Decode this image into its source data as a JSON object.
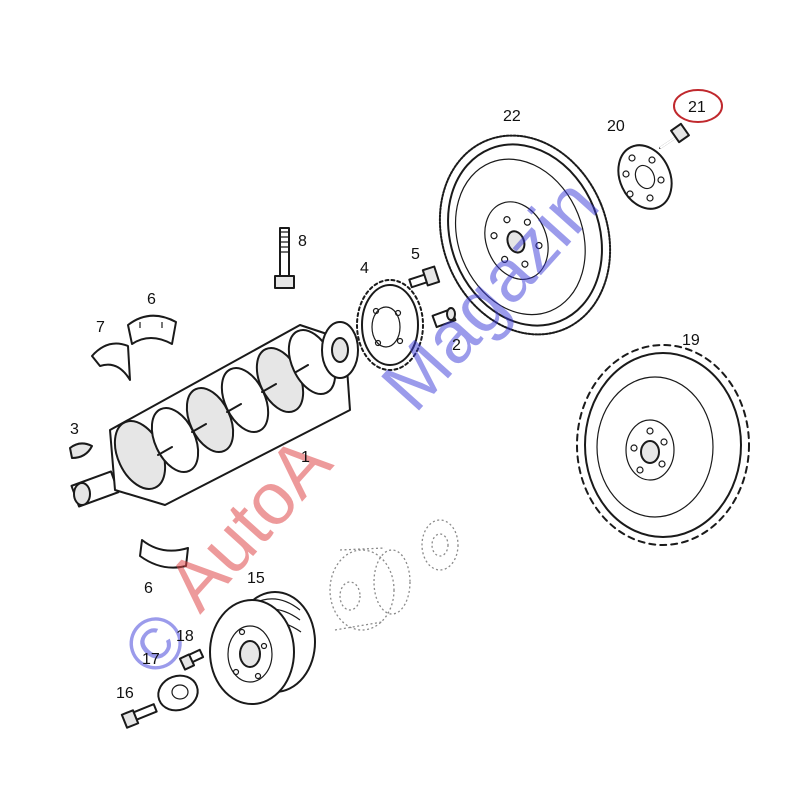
{
  "labels": {
    "p1": "1",
    "p2": "2",
    "p3": "3",
    "p4": "4",
    "p5": "5",
    "p6a": "6",
    "p6b": "6",
    "p7": "7",
    "p8": "8",
    "p15": "15",
    "p16": "16",
    "p17": "17",
    "p18": "18",
    "p19": "19",
    "p20": "20",
    "p21": "21",
    "p22": "22"
  },
  "watermark": {
    "copyright": "©",
    "brand_a": "AutoA",
    "brand_b": "Magazin"
  },
  "colors": {
    "highlight_circle": "#c0282d",
    "watermark_blue": "#3a3ad8",
    "watermark_red": "#e0484a",
    "line": "#1a1a1a"
  }
}
